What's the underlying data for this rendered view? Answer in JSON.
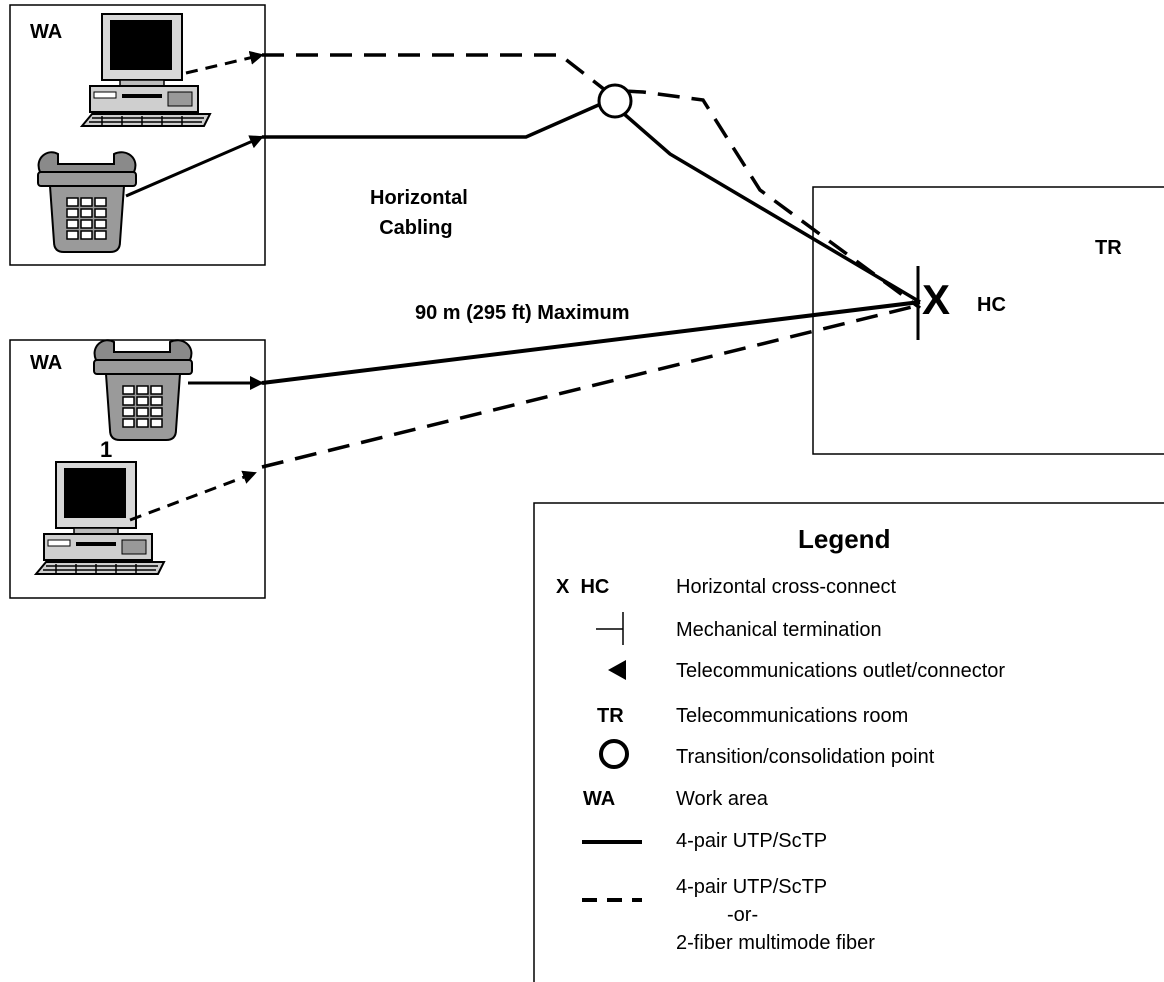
{
  "work_area_top": {
    "label": "WA"
  },
  "work_area_bottom": {
    "label": "WA",
    "marker": "1"
  },
  "horizontal_cabling_label": {
    "line1": "Horizontal",
    "line2": "Cabling"
  },
  "distance_label": "90 m (295 ft) Maximum",
  "telecom_room": {
    "label": "TR",
    "cross_connect_symbol": "X",
    "cross_connect_label": "HC"
  },
  "legend": {
    "title": "Legend",
    "items": [
      {
        "symbol_text": "X  HC",
        "icon": "cross-connect-symbol",
        "description": "Horizontal cross-connect"
      },
      {
        "symbol_text": "",
        "icon": "mechanical-termination-symbol",
        "description": "Mechanical termination"
      },
      {
        "symbol_text": "",
        "icon": "outlet-connector-arrow-icon",
        "description": "Telecommunications outlet/connector"
      },
      {
        "symbol_text": "TR",
        "icon": "telecom-room-symbol",
        "description": "Telecommunications room"
      },
      {
        "symbol_text": "",
        "icon": "consolidation-point-circle-icon",
        "description": "Transition/consolidation point"
      },
      {
        "symbol_text": "WA",
        "icon": "work-area-symbol",
        "description": "Work area"
      },
      {
        "symbol_text": "",
        "icon": "solid-line-icon",
        "description": "4-pair UTP/ScTP"
      },
      {
        "symbol_text": "",
        "icon": "dashed-line-icon",
        "description": "4-pair UTP/ScTP",
        "description_or": "-or-",
        "description_alt": "2-fiber multimode fiber"
      }
    ]
  },
  "icons": {
    "computer": "computer-icon",
    "telephone": "telephone-icon"
  },
  "colors": {
    "line": "#000000",
    "background": "#ffffff",
    "device_gray": "#b0b0b0"
  }
}
